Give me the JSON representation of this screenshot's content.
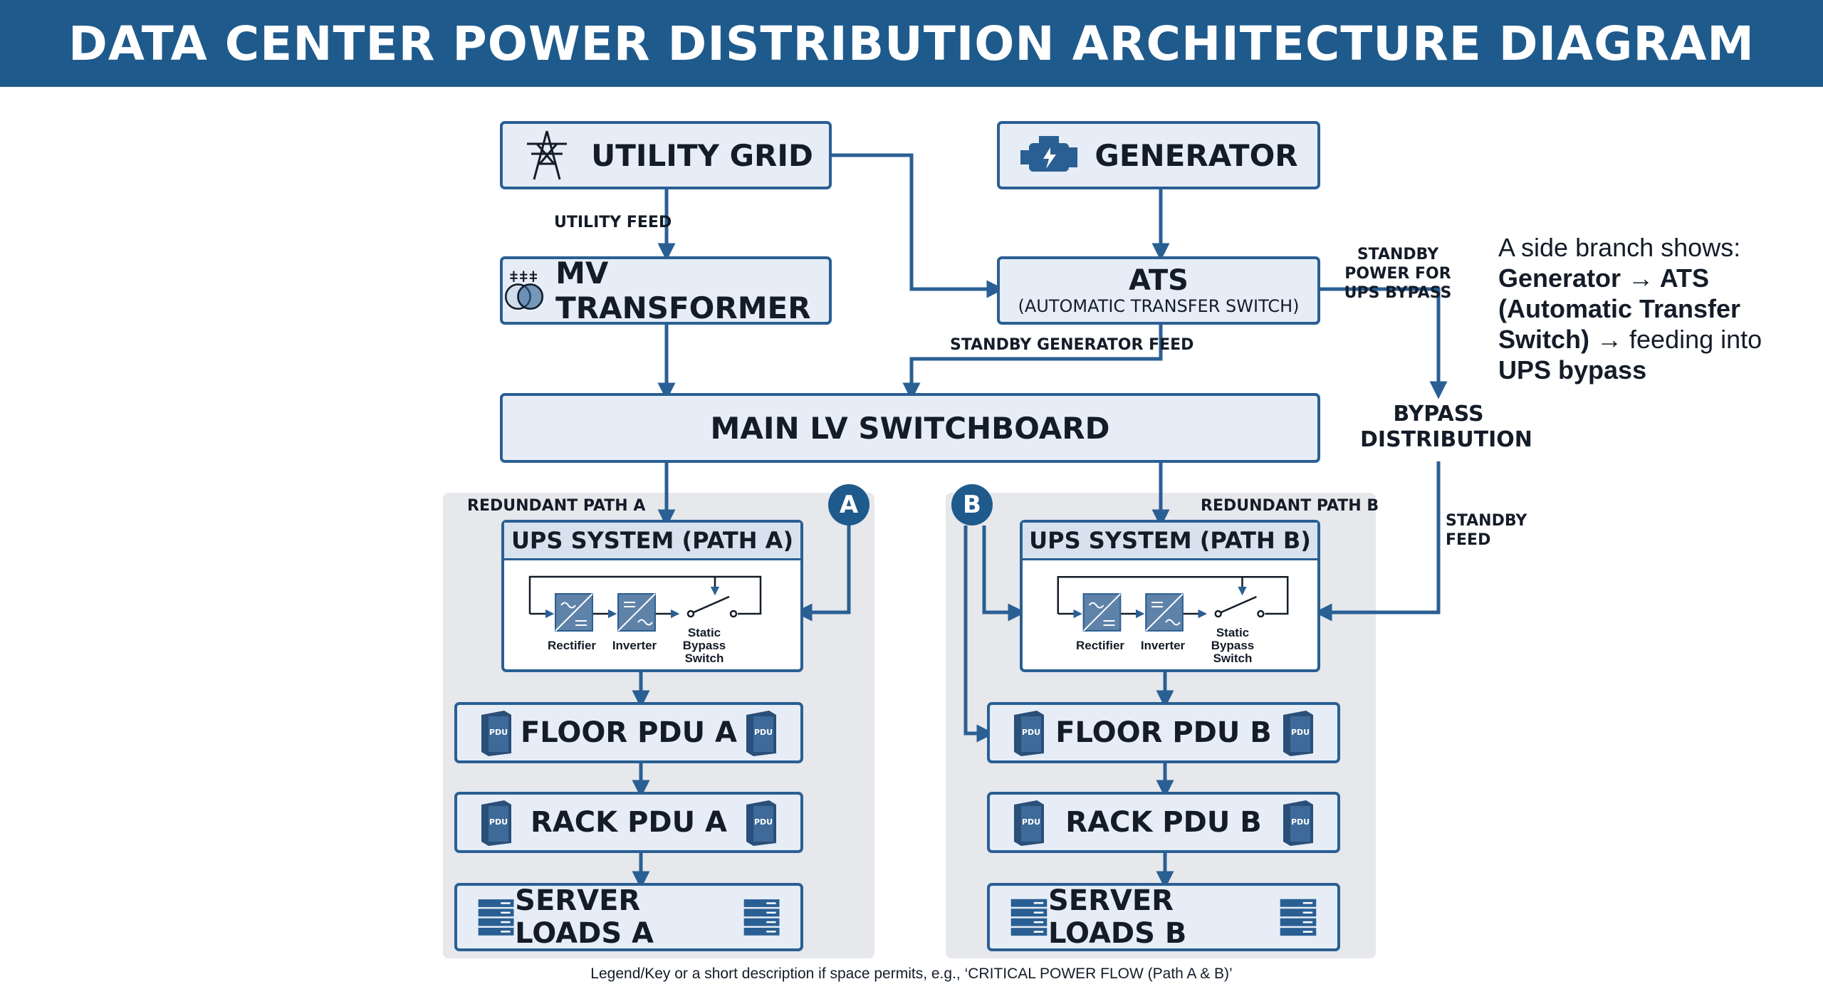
{
  "title": "DATA CENTER POWER DISTRIBUTION ARCHITECTURE DIAGRAM",
  "nodes": {
    "utility_grid": "UTILITY GRID",
    "generator": "GENERATOR",
    "mv_transformer": "MV TRANSFORMER",
    "ats_title": "ATS",
    "ats_subtitle": "(AUTOMATIC TRANSFER SWITCH)",
    "main_switchboard": "MAIN LV SWITCHBOARD",
    "bypass_distribution": "BYPASS DISTRIBUTION",
    "ups_a": "UPS SYSTEM (PATH A)",
    "ups_b": "UPS SYSTEM (PATH B)",
    "floor_pdu_a": "FLOOR PDU A",
    "floor_pdu_b": "FLOOR PDU B",
    "rack_pdu_a": "RACK PDU A",
    "rack_pdu_b": "RACK PDU B",
    "server_loads_a": "SERVER LOADS A",
    "server_loads_b": "SERVER LOADS B"
  },
  "ups_components": {
    "rectifier": "Rectifier",
    "inverter": "Inverter",
    "static_bypass": "Static Bypass Switch"
  },
  "labels": {
    "utility_feed": "UTILITY FEED",
    "standby_generator_feed": "STANDBY GENERATOR FEED",
    "standby_power_bypass": "STANDBY POWER FOR UPS BYPASS",
    "standby_feed": "STANDBY FEED",
    "redundant_a": "REDUNDANT PATH A",
    "redundant_b": "REDUNDANT PATH B",
    "badge_a": "A",
    "badge_b": "B",
    "pdu_icon_text": "PDU"
  },
  "note": {
    "line1": "A side branch shows:",
    "bold1": "Generator → ATS (Automatic Transfer Switch)",
    "rest": " → feeding into ",
    "bold2": "UPS bypass"
  },
  "legend": "Legend/Key or a short description if space permits, e.g., ‘CRITICAL POWER FLOW (Path A & B)’",
  "colors": {
    "header": "#1f5a8c",
    "line": "#2a5f93",
    "box_fill": "#e6edf6",
    "panel": "#e6e8ec"
  },
  "icons": [
    "transmission-tower-icon",
    "engine-icon",
    "transformer-icon",
    "pdu-cabinet-icon",
    "server-rack-icon",
    "rectifier-icon",
    "inverter-icon",
    "switch-icon"
  ]
}
